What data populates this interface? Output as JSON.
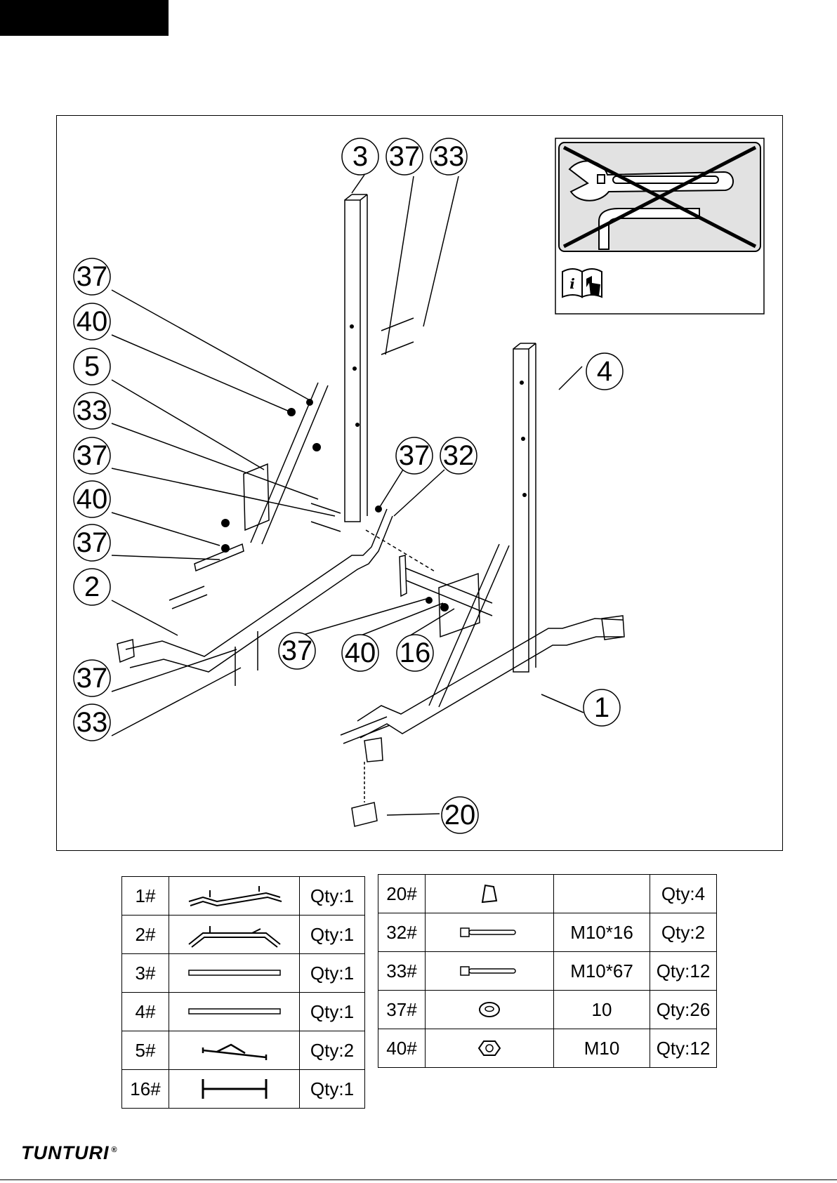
{
  "callouts": {
    "c3": "3",
    "c37a": "37",
    "c33a": "33",
    "c37b": "37",
    "c40a": "40",
    "c5": "5",
    "c33b": "33",
    "c37c": "37",
    "c40b": "40",
    "c37d": "37",
    "c2": "2",
    "c37e": "37",
    "c33c": "33",
    "c4": "4",
    "c37f": "37",
    "c32": "32",
    "c37g": "37",
    "c40c": "40",
    "c16": "16",
    "c1": "1",
    "c20": "20"
  },
  "notice": {
    "icons": [
      "adjustable-wrench-icon",
      "allen-key-icon",
      "manual-info-icon"
    ]
  },
  "parts_left": [
    {
      "num": "1#",
      "qty": "Qty:1"
    },
    {
      "num": "2#",
      "qty": "Qty:1"
    },
    {
      "num": "3#",
      "qty": "Qty:1"
    },
    {
      "num": "4#",
      "qty": "Qty:1"
    },
    {
      "num": "5#",
      "qty": "Qty:2"
    },
    {
      "num": "16#",
      "qty": "Qty:1"
    }
  ],
  "parts_right": [
    {
      "num": "20#",
      "spec": "",
      "qty": "Qty:4"
    },
    {
      "num": "32#",
      "spec": "M10*16",
      "qty": "Qty:2"
    },
    {
      "num": "33#",
      "spec": "M10*67",
      "qty": "Qty:12"
    },
    {
      "num": "37#",
      "spec": "10",
      "qty": "Qty:26"
    },
    {
      "num": "40#",
      "spec": "M10",
      "qty": "Qty:12"
    }
  ],
  "footer": {
    "brand": "TUNTURI",
    "mark": "®"
  }
}
